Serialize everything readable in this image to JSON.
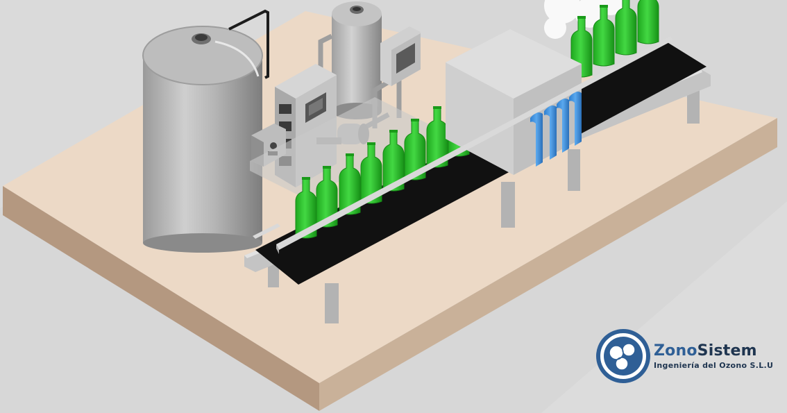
{
  "brand": {
    "name_part1": "Zono",
    "name_part2": "Sistem",
    "tagline": "Ingeniería del Ozono S.L.U",
    "colors": {
      "primary_blue": "#2f5f96",
      "dark_navy": "#1f3550"
    }
  },
  "icons": [
    "zonosistem-logo-icon"
  ],
  "scene": {
    "bottle_color": "#2fc62f",
    "platform_top_color": "#ecd9c6",
    "platform_side_color": "#b49880",
    "background_color": "#d7d7d7"
  }
}
